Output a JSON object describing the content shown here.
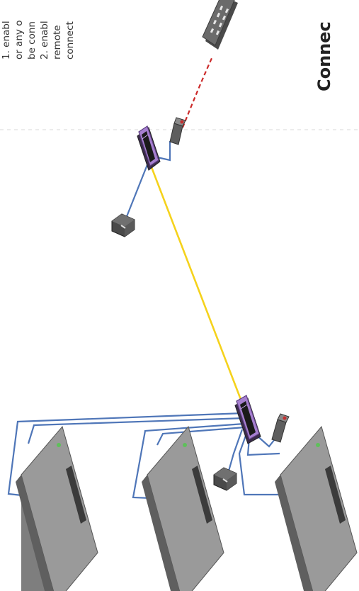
{
  "description": {
    "line1": "1. enabl",
    "line2": "or any o",
    "line3": "be conn",
    "line4": "2. enabl",
    "line5": "remote",
    "line6": "connect"
  },
  "heading": "Connec",
  "colors": {
    "fiber": "#f5d21c",
    "copper": "#4f76b8",
    "ir_beam": "#cc2a2a",
    "extender_accent": "#8d5fb8",
    "device_body": "#8f8f8f",
    "device_led": "#5ec05a",
    "divider": "#d8d8d8"
  },
  "icons": {
    "remote": "ir-remote-icon",
    "extender": "extender-unit-icon",
    "ir_eye": "ir-receiver-icon",
    "ir_emitter": "ir-emitter-icon",
    "power": "power-adapter-icon",
    "source": "source-device-icon"
  }
}
